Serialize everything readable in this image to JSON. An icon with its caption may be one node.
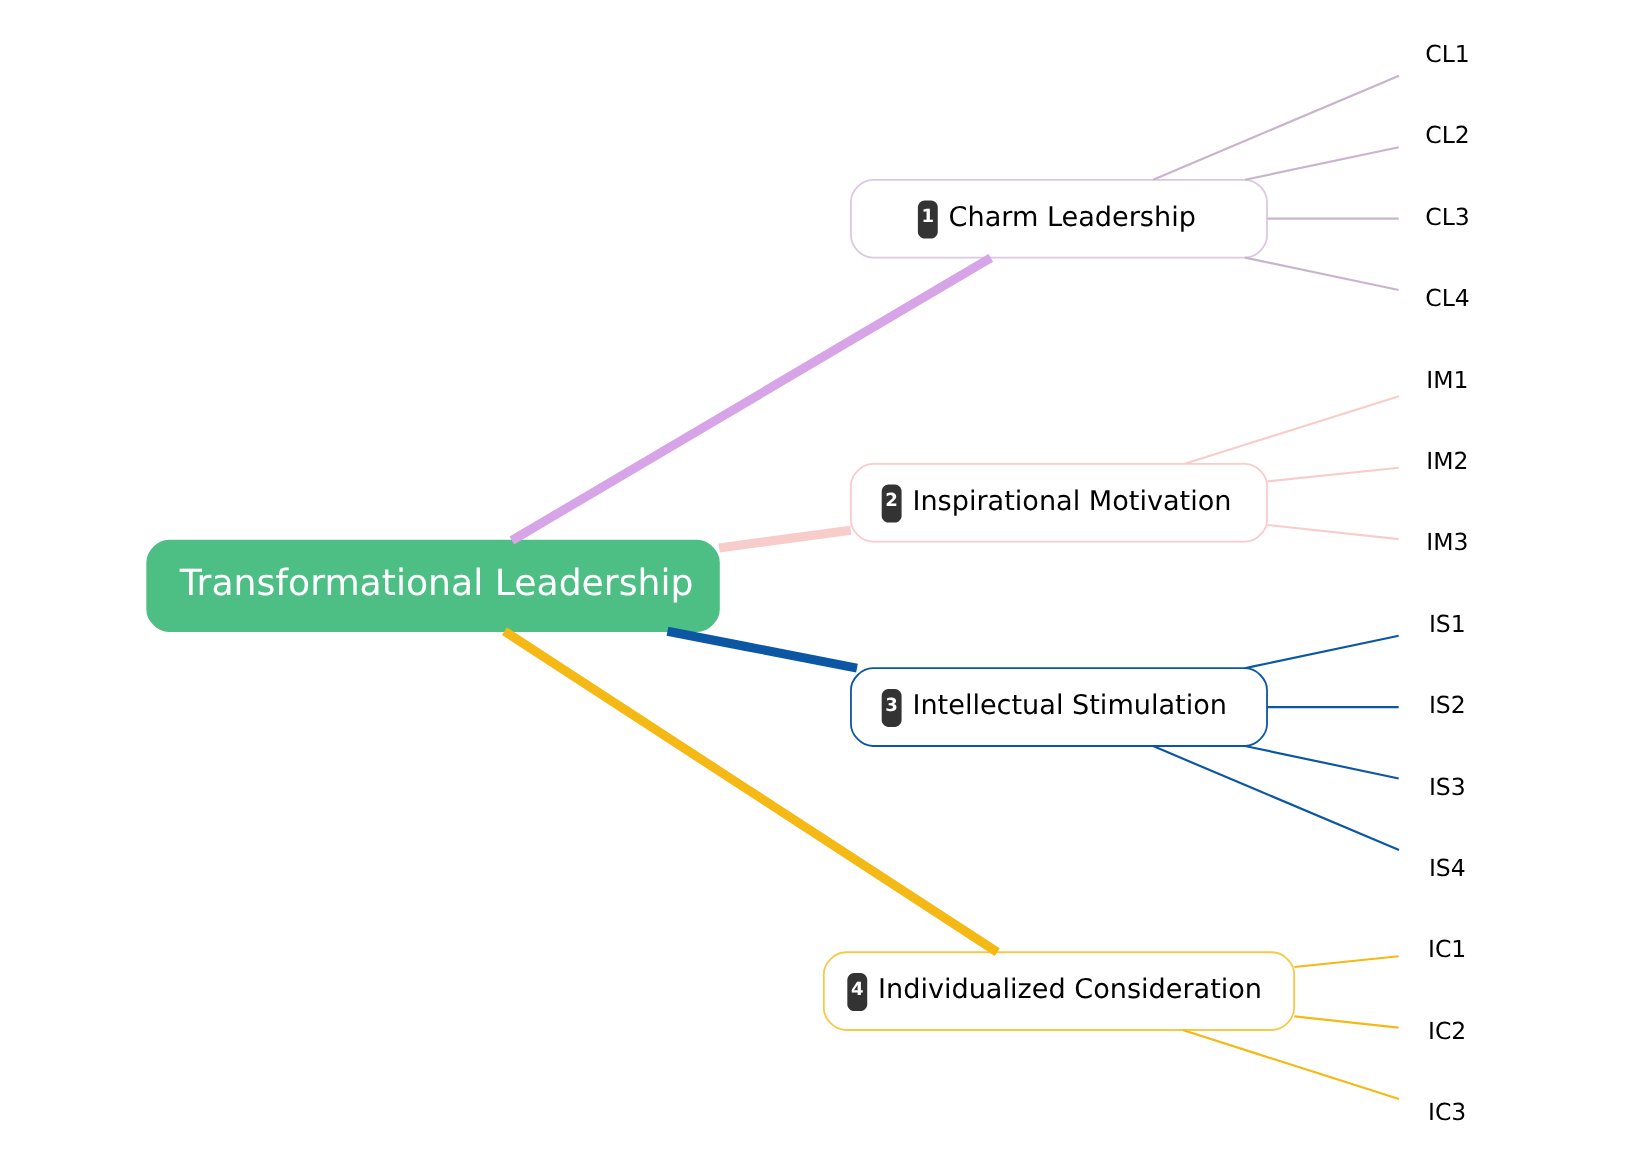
{
  "diagram": {
    "nodes": [
      {
        "text": [
          "Transformational Leadership"
        ]
      },
      {
        "text": [
          "1",
          "Charm Leadership"
        ]
      },
      {
        "text": [
          "2",
          "Inspirational Motivation"
        ]
      },
      {
        "text": [
          "3",
          "Intellectual Stimulation"
        ]
      },
      {
        "text": [
          "4",
          "Individualized Consideration"
        ]
      },
      {
        "text": [
          "CL1"
        ]
      },
      {
        "text": [
          "CL2"
        ]
      },
      {
        "text": [
          "CL3"
        ]
      },
      {
        "text": [
          "CL4"
        ]
      },
      {
        "text": [
          "IM1"
        ]
      },
      {
        "text": [
          "IM2"
        ]
      },
      {
        "text": [
          "IM3"
        ]
      },
      {
        "text": [
          "IS1"
        ]
      },
      {
        "text": [
          "IS2"
        ]
      },
      {
        "text": [
          "IS3"
        ]
      },
      {
        "text": [
          "IS4"
        ]
      },
      {
        "text": [
          "IC1"
        ]
      },
      {
        "text": [
          "IC2"
        ]
      },
      {
        "text": [
          "IC3"
        ]
      }
    ],
    "edges": [
      {
        "from": 0,
        "to": 1,
        "arrow": "none",
        "style": "thick",
        "color": "#d8a4e8"
      },
      {
        "from": 0,
        "to": 2,
        "arrow": "none",
        "style": "thick",
        "color": "#f9cccc"
      },
      {
        "from": 0,
        "to": 3,
        "arrow": "none",
        "style": "thick",
        "color": "#0b57a4"
      },
      {
        "from": 0,
        "to": 4,
        "arrow": "none",
        "style": "thick",
        "color": "#f5b915"
      },
      {
        "from": 1,
        "to": 5,
        "arrow": "none",
        "color": "#c8b4cc"
      },
      {
        "from": 1,
        "to": 6,
        "arrow": "none",
        "color": "#c8b4cc"
      },
      {
        "from": 1,
        "to": 7,
        "arrow": "none",
        "color": "#c8b4cc"
      },
      {
        "from": 1,
        "to": 8,
        "arrow": "none",
        "color": "#c8b4cc"
      },
      {
        "from": 2,
        "to": 9,
        "arrow": "none",
        "color": "#f9cccc"
      },
      {
        "from": 2,
        "to": 10,
        "arrow": "none",
        "color": "#f9cccc"
      },
      {
        "from": 2,
        "to": 11,
        "arrow": "none",
        "color": "#f9cccc"
      },
      {
        "from": 3,
        "to": 12,
        "arrow": "none",
        "color": "#0b57a4"
      },
      {
        "from": 3,
        "to": 13,
        "arrow": "none",
        "color": "#0b57a4"
      },
      {
        "from": 3,
        "to": 14,
        "arrow": "none",
        "color": "#0b57a4"
      },
      {
        "from": 3,
        "to": 15,
        "arrow": "none",
        "color": "#0b57a4"
      },
      {
        "from": 4,
        "to": 16,
        "arrow": "none",
        "color": "#f5b915"
      },
      {
        "from": 4,
        "to": 17,
        "arrow": "none",
        "color": "#f5b915"
      },
      {
        "from": 4,
        "to": 18,
        "arrow": "none",
        "color": "#f5b915"
      }
    ]
  }
}
